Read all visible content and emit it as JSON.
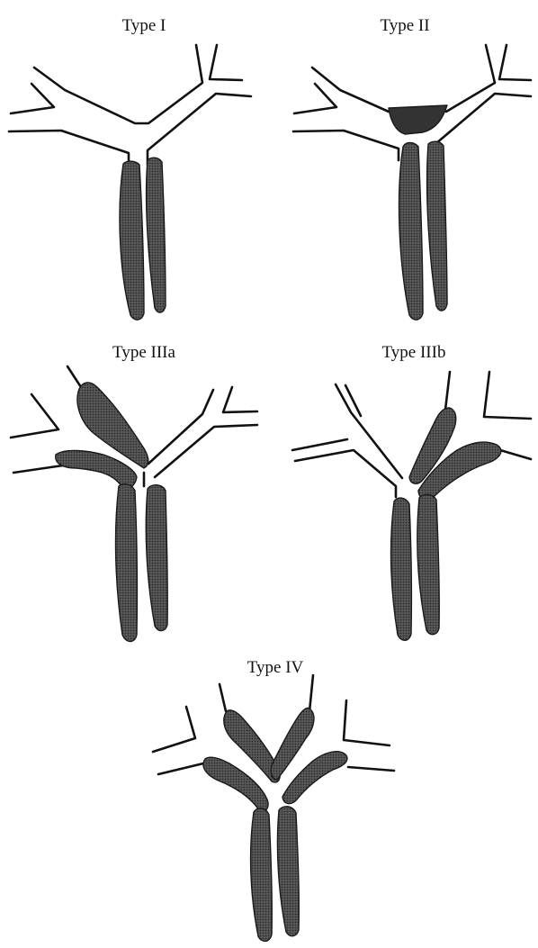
{
  "figure": {
    "panels": [
      {
        "id": "type-i",
        "label": "Type I"
      },
      {
        "id": "type-ii",
        "label": "Type II"
      },
      {
        "id": "type-iiia",
        "label": "Type IIIa"
      },
      {
        "id": "type-iiib",
        "label": "Type IIIb"
      },
      {
        "id": "type-iv",
        "label": "Type IV"
      }
    ]
  },
  "colors": {
    "duct_outline": "#111111",
    "lesion_fill": "#4a4a4a",
    "background": "#ffffff"
  }
}
